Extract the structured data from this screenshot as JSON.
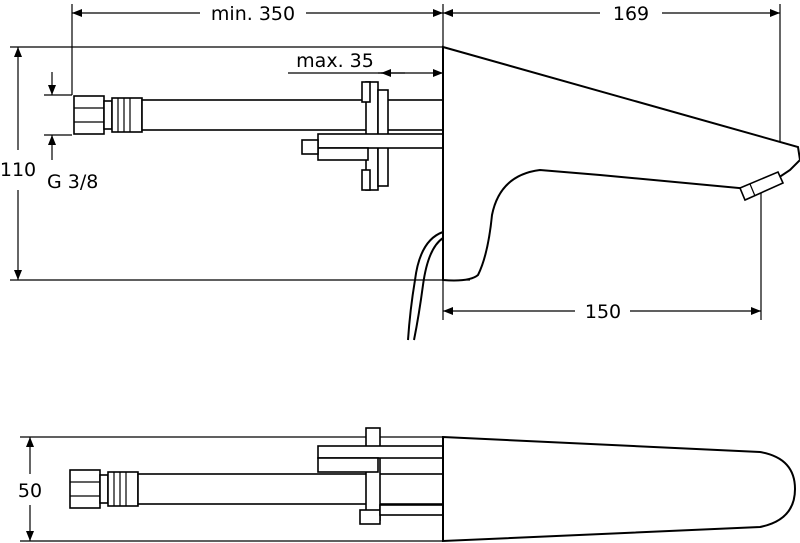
{
  "dimensions": {
    "min_350": "min. 350",
    "d169": "169",
    "max_35": "max. 35",
    "d110": "110",
    "thread": "G 3/8",
    "d150": "150",
    "d50": "50"
  }
}
